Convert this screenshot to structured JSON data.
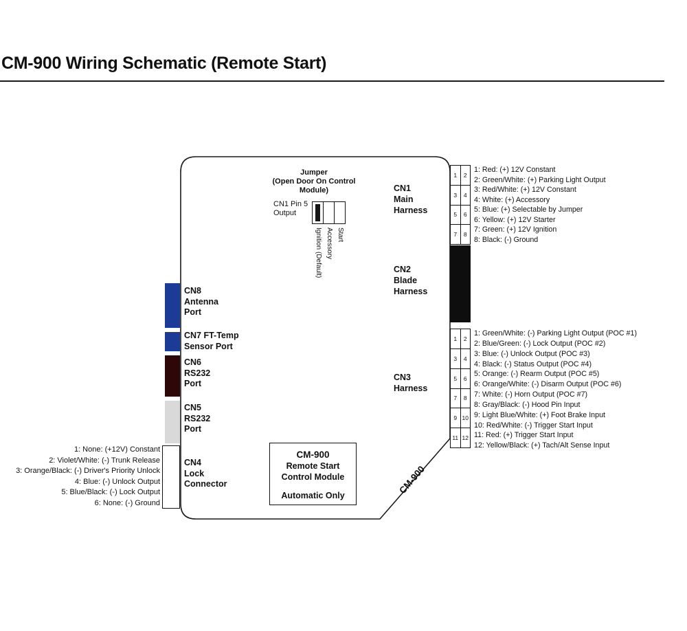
{
  "title": "CM-900 Wiring Schematic (Remote Start)",
  "module": {
    "rotated_label": "CM-900",
    "center_box": {
      "title": "CM-900",
      "line2": "Remote Start",
      "line3": "Control Module",
      "line4": "Automatic Only"
    },
    "jumper": {
      "heading": "Jumper\n(Open Door On Control\nModule)",
      "pin_label": "CN1 Pin 5\nOutput",
      "positions": [
        "Ignition (Default)",
        "Accessory",
        "Start"
      ]
    }
  },
  "left_ports": {
    "cn8": {
      "label": "CN8\nAntenna\nPort",
      "color": "#1c3b96"
    },
    "cn7": {
      "label": "CN7 FT-Temp\nSensor Port",
      "color": "#1c3b96"
    },
    "cn6": {
      "label": "CN6\nRS232\nPort",
      "color": "#2e0709"
    },
    "cn5": {
      "label": "CN5\nRS232\nPort",
      "color": "#d9d9d9"
    },
    "cn4": {
      "label": "CN4\nLock\nConnector",
      "color": "#ffffff"
    }
  },
  "cn1": {
    "label": "CN1\nMain\nHarness",
    "cells": [
      "1",
      "2",
      "3",
      "4",
      "5",
      "6",
      "7",
      "8"
    ],
    "pins": [
      "1: Red: (+) 12V Constant",
      "2: Green/White: (+) Parking Light Output",
      "3: Red/White: (+) 12V Constant",
      "4: White: (+) Accessory",
      "5: Blue: (+) Selectable by Jumper",
      "6: Yellow: (+) 12V Starter",
      "7: Green: (+) 12V Ignition",
      "8: Black: (-) Ground"
    ]
  },
  "cn2": {
    "label": "CN2\nBlade\nHarness",
    "color": "#0e0e0e"
  },
  "cn3": {
    "label": "CN3\nHarness",
    "cells": [
      "1",
      "2",
      "3",
      "4",
      "5",
      "6",
      "7",
      "8",
      "9",
      "10",
      "11",
      "12"
    ],
    "pins": [
      "1: Green/White: (-) Parking Light Output (POC #1)",
      "2: Blue/Green: (-) Lock Output (POC #2)",
      "3: Blue: (-) Unlock Output (POC #3)",
      "4: Black: (-) Status Output (POC #4)",
      "5: Orange: (-) Rearm Output (POC #5)",
      "6: Orange/White: (-) Disarm Output (POC #6)",
      "7: White: (-) Horn Output (POC #7)",
      "8: Gray/Black: (-) Hood Pin Input",
      "9: Light Blue/White: (+) Foot Brake Input",
      "10: Red/White: (-) Trigger Start Input",
      "11: Red: (+) Trigger Start Input",
      "12: Yellow/Black: (+) Tach/Alt Sense Input"
    ]
  },
  "cn4_pins": [
    "1: None: (+12V) Constant",
    "2: Violet/White: (-) Trunk Release",
    "3: Orange/Black: (-) Driver's Priority Unlock",
    "4: Blue: (-) Unlock Output",
    "5: Blue/Black: (-) Lock Output",
    "6: None: (-) Ground"
  ]
}
